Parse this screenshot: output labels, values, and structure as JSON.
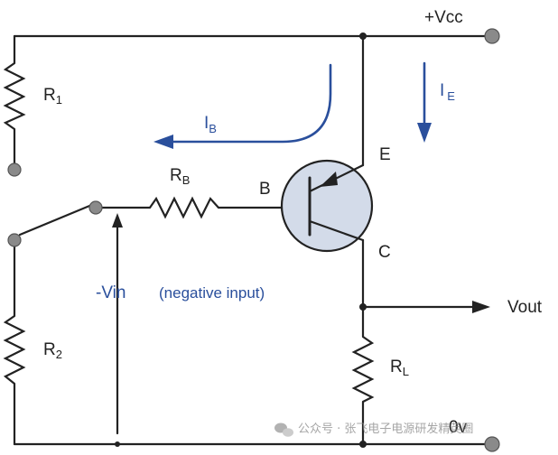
{
  "labels": {
    "vcc": "+Vcc",
    "r1_main": "R",
    "r1_sub": "1",
    "r2_main": "R",
    "r2_sub": "2",
    "rb_main": "R",
    "rb_sub": "B",
    "rl_main": "R",
    "rl_sub": "L",
    "ib_main": "I",
    "ib_sub": "B",
    "ie_main": "I",
    "ie_sub": "E",
    "base": "B",
    "emitter": "E",
    "collector": "C",
    "vin": "-Vin",
    "vin_note": "(negative input)",
    "vout": "Vout",
    "ground": "0v"
  },
  "watermark": {
    "icon": "wechat-icon",
    "text": "公众号 · 张飞电子电源研发精英圈"
  },
  "colors": {
    "wire": "#222222",
    "current_arrow": "#2a4f9c",
    "transistor_fill": "#d3dbe9",
    "terminal": "#8a8a8a"
  }
}
